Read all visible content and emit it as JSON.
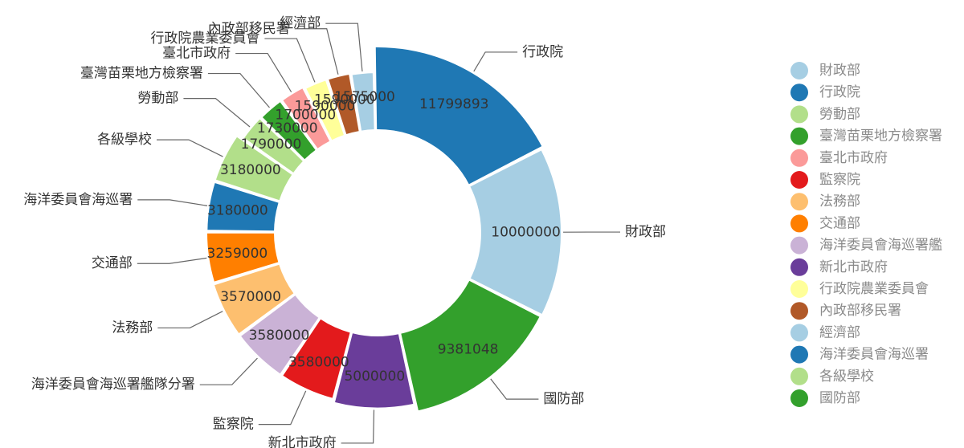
{
  "chart_data": {
    "type": "pie",
    "variant": "donut",
    "slices": [
      {
        "label": "行政院",
        "value": 11799893,
        "color": "#1f78b4"
      },
      {
        "label": "財政部",
        "value": 10000000,
        "color": "#a6cee3"
      },
      {
        "label": "國防部",
        "value": 9381048,
        "color": "#33a02c"
      },
      {
        "label": "新北市政府",
        "value": 5000000,
        "color": "#6a3d9a"
      },
      {
        "label": "監察院",
        "value": 3580000,
        "color": "#e31a1c"
      },
      {
        "label": "海洋委員會海巡署艦隊分署",
        "value": 3580000,
        "color": "#cab2d6"
      },
      {
        "label": "法務部",
        "value": 3570000,
        "color": "#fdbf6f"
      },
      {
        "label": "交通部",
        "value": 3259000,
        "color": "#ff7f00"
      },
      {
        "label": "海洋委員會海巡署",
        "value": 3180000,
        "color": "#1f78b4"
      },
      {
        "label": "各級學校",
        "value": 3180000,
        "color": "#b2df8a"
      },
      {
        "label": "勞動部",
        "value": 1790000,
        "color": "#b2df8a"
      },
      {
        "label": "臺灣苗栗地方檢察署",
        "value": 1730000,
        "color": "#33a02c"
      },
      {
        "label": "臺北市政府",
        "value": 1700000,
        "color": "#fb9a99"
      },
      {
        "label": "行政院農業委員會",
        "value": 1590000,
        "color": "#ffff99"
      },
      {
        "label": "內政部移民署",
        "value": 1590000,
        "color": "#b15928"
      },
      {
        "label": "經濟部",
        "value": 1575000,
        "color": "#a6cee3"
      }
    ],
    "legend": {
      "placement": "right",
      "entries": [
        {
          "label": "財政部",
          "color": "#a6cee3"
        },
        {
          "label": "行政院",
          "color": "#1f78b4"
        },
        {
          "label": "勞動部",
          "color": "#b2df8a"
        },
        {
          "label": "臺灣苗栗地方檢察署",
          "color": "#33a02c"
        },
        {
          "label": "臺北市政府",
          "color": "#fb9a99"
        },
        {
          "label": "監察院",
          "color": "#e31a1c"
        },
        {
          "label": "法務部",
          "color": "#fdbf6f"
        },
        {
          "label": "交通部",
          "color": "#ff7f00"
        },
        {
          "label": "海洋委員會海巡署艦",
          "color": "#cab2d6"
        },
        {
          "label": "新北市政府",
          "color": "#6a3d9a"
        },
        {
          "label": "行政院農業委員會",
          "color": "#ffff99"
        },
        {
          "label": "內政部移民署",
          "color": "#b15928"
        },
        {
          "label": "經濟部",
          "color": "#a6cee3"
        },
        {
          "label": "海洋委員會海巡署",
          "color": "#1f78b4"
        },
        {
          "label": "各級學校",
          "color": "#b2df8a"
        },
        {
          "label": "國防部",
          "color": "#33a02c"
        }
      ]
    }
  }
}
